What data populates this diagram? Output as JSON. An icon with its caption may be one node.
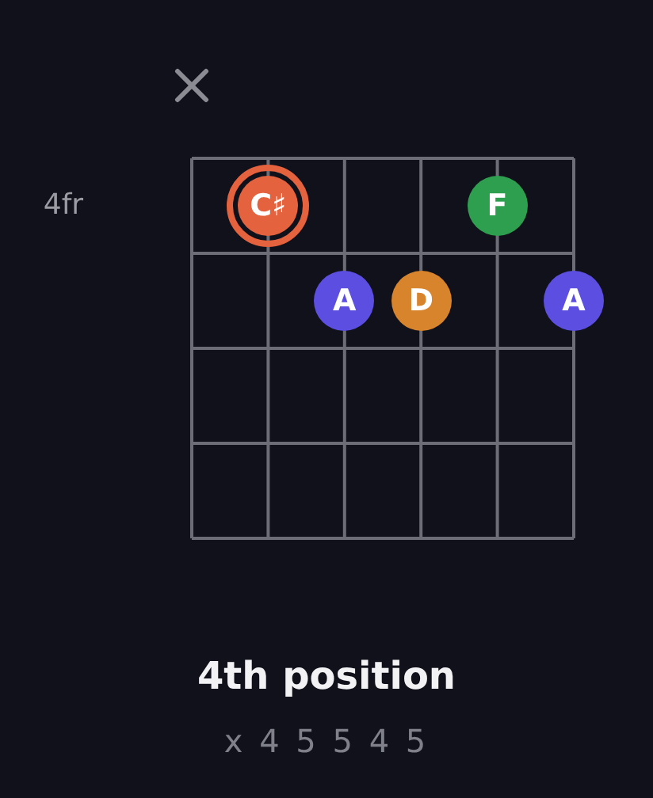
{
  "diagram": {
    "title": "4th position",
    "caption": "x 4 5 5 4 5",
    "nodes": [
      {
        "text": [
          "C♯"
        ]
      },
      {
        "text": [
          "F"
        ]
      },
      {
        "text": [
          "A"
        ]
      },
      {
        "text": [
          "D"
        ]
      },
      {
        "text": [
          "A"
        ]
      }
    ],
    "labels": [
      "4fr"
    ]
  }
}
